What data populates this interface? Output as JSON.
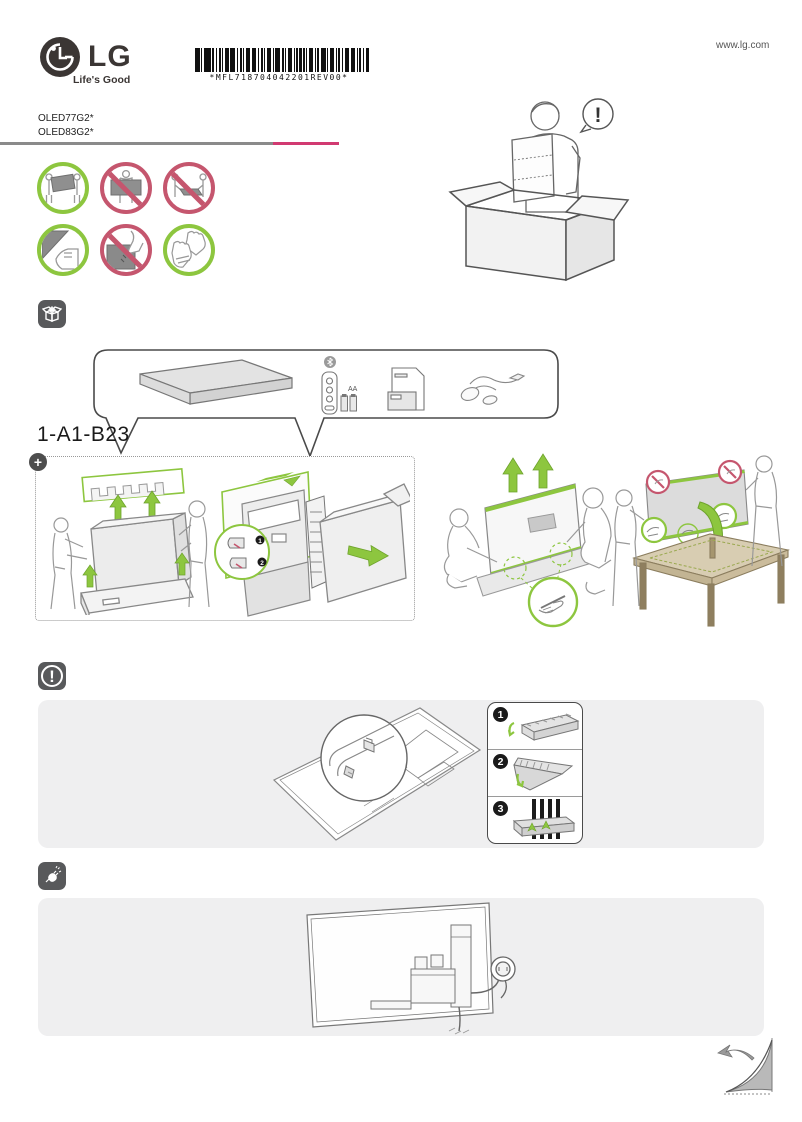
{
  "header": {
    "brand": "LG",
    "tagline": "Life's Good",
    "website": "www.lg.com",
    "barcode_text": "*MFL718704042201REV00*",
    "models": [
      "OLED77G2*",
      "OLED83G2*"
    ]
  },
  "sections": {
    "pack_code": "1-A1-B23",
    "battery_type": "AA",
    "exclamation": "!",
    "plus": "+"
  },
  "caution_panel": {
    "steps": [
      "1",
      "2",
      "3"
    ]
  },
  "unbox": {
    "inset_steps": [
      "1",
      "2"
    ]
  },
  "handling_icons": [
    {
      "name": "carry-with-two-people",
      "status": "allowed"
    },
    {
      "name": "do-not-carry-alone",
      "status": "prohibited"
    },
    {
      "name": "do-not-carry-flat",
      "status": "prohibited"
    },
    {
      "name": "hold-by-edges",
      "status": "allowed"
    },
    {
      "name": "do-not-press-screen",
      "status": "prohibited"
    },
    {
      "name": "wear-gloves",
      "status": "allowed"
    }
  ],
  "colors": {
    "allowed_green": "#8dc63f",
    "prohibited_red": "#c5566e",
    "accent_magenta": "#d13a71",
    "panel_gray": "#efeff0",
    "icon_dark": "#58595b",
    "table_tan": "#d8cdb2"
  }
}
